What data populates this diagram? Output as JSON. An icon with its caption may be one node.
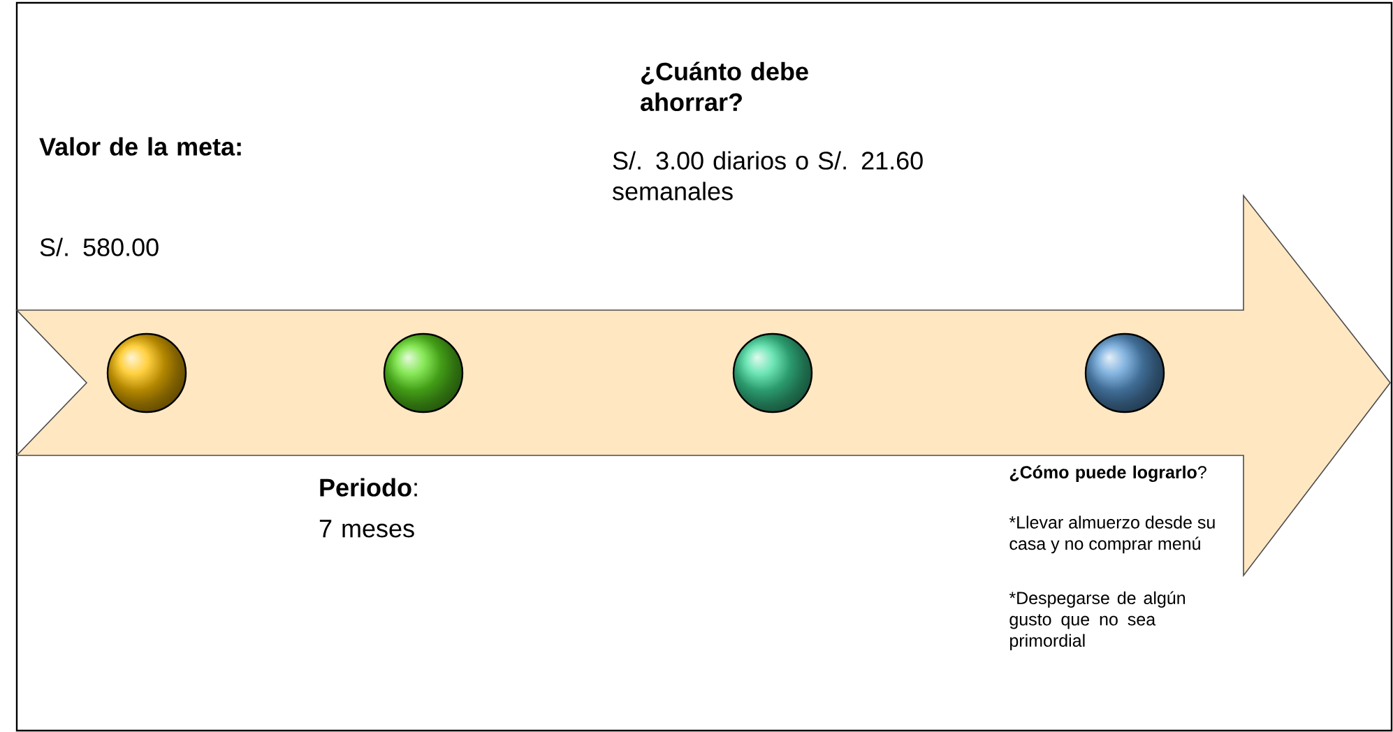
{
  "diagram": {
    "nodes": [
      {
        "text": [],
        "shape": "circle",
        "beside": [
          "Valor de la meta:",
          "S/. 580.00"
        ]
      },
      {
        "text": [],
        "shape": "circle",
        "beside": [
          "**Periodo**:",
          "7 meses"
        ]
      },
      {
        "text": [],
        "shape": "circle",
        "beside": [
          "¿Cuánto debe ahorrar?",
          "S/. 3.00 diarios o S/. 21.60 semanales"
        ]
      },
      {
        "text": [],
        "shape": "circle",
        "beside": [
          "**¿Cómo puede lograrlo**?",
          "*Llevar almuerzo desde su casa y no comprar menú",
          "*Despegarse de algún gusto que no sea primordial"
        ]
      }
    ]
  }
}
